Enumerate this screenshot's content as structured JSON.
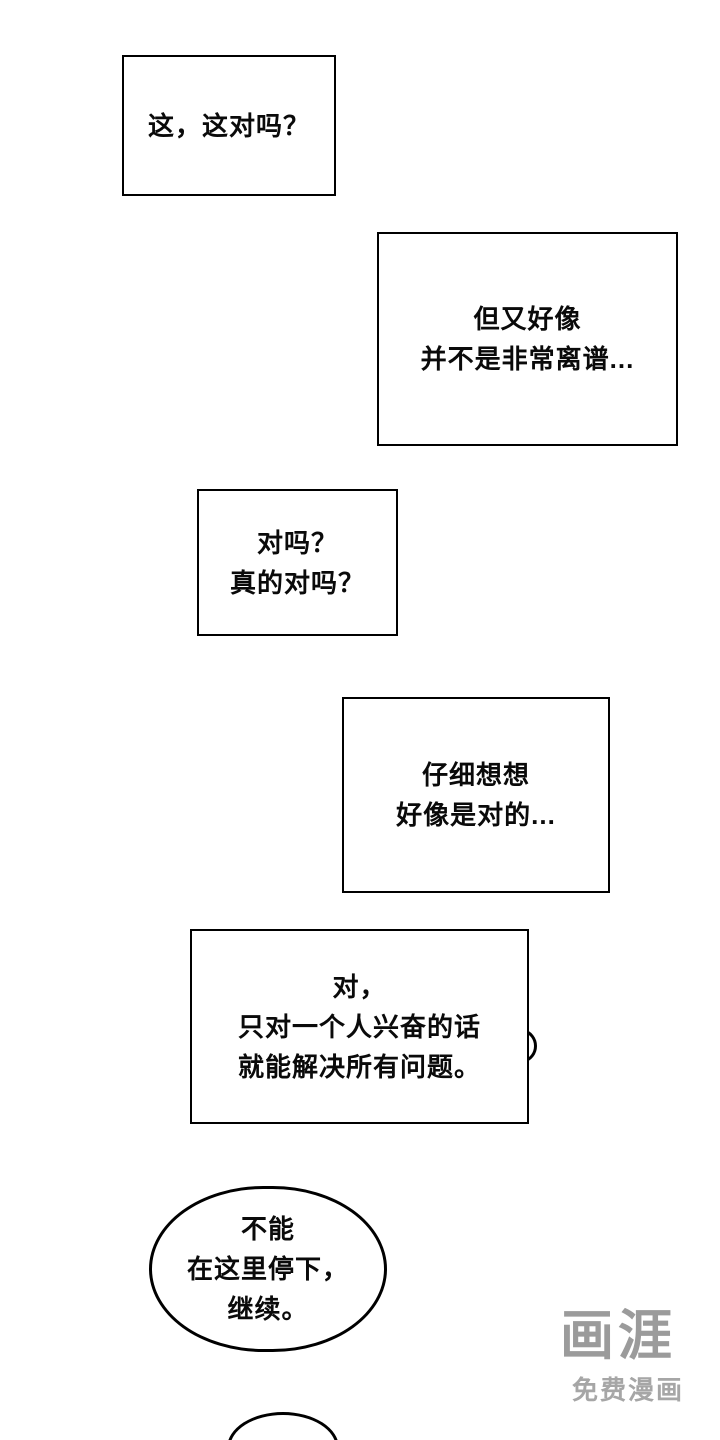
{
  "page": {
    "background": "#ffffff",
    "border_color": "#000000",
    "text_color": "#0a0a0a",
    "watermark_color": "#9b9b9b"
  },
  "bubbles": [
    {
      "shape": "rect",
      "lines": [
        "这，这对吗？"
      ]
    },
    {
      "shape": "rect",
      "lines": [
        "但又好像",
        "并不是非常离谱..."
      ]
    },
    {
      "shape": "rect",
      "lines": [
        "对吗？",
        "真的对吗？"
      ]
    },
    {
      "shape": "rect",
      "lines": [
        "仔细想想",
        "好像是对的..."
      ]
    },
    {
      "shape": "rect",
      "lines": [
        "对，",
        "只对一个人兴奋的话",
        "就能解决所有问题。"
      ]
    },
    {
      "shape": "round",
      "lines": [
        "不能",
        "在这里停下，",
        "继续。"
      ]
    }
  ],
  "watermark": {
    "logo": "画涯",
    "subtitle": "免费漫画"
  }
}
